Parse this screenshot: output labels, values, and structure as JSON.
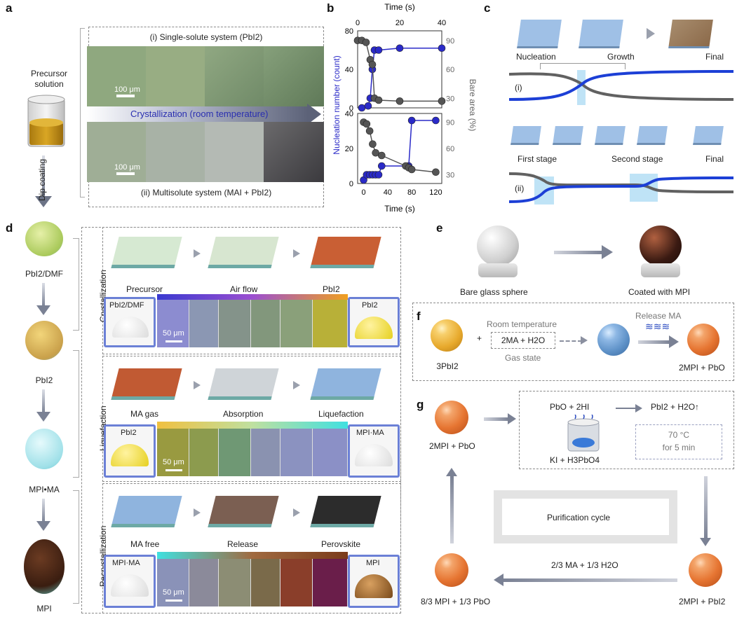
{
  "panel_labels": [
    "a",
    "b",
    "c",
    "d",
    "e",
    "f",
    "g"
  ],
  "panel_a": {
    "precursor_label": "Precursor solution",
    "dip_label": "Dip coating",
    "single_label": "(i) Single-solute system (PbI2)",
    "multi_label": "(ii) Multisolute system (MAI + PbI2)",
    "cryst_label": "Crystallization (room temperature)",
    "scale1": "100 μm",
    "scale2": "100 μm"
  },
  "panel_b": {
    "top_xlabel": "Time (s)",
    "bottom_xlabel": "Time (s)",
    "left_ylabel": "Nucleation number (count)",
    "right_ylabel": "Bare area (%)",
    "top_xticks": [
      "0",
      "20",
      "40"
    ],
    "bottom_xticks": [
      "0",
      "40",
      "80",
      "120"
    ],
    "left_yticks": [
      "0",
      "20",
      "40"
    ],
    "right_yticks": [
      "30",
      "60",
      "90"
    ]
  },
  "chart_data": [
    {
      "type": "line",
      "title": "",
      "xlabel": "Time (s)",
      "ylabel": "Nucleation number (count)",
      "y2label": "Bare area (%)",
      "xlim": [
        0,
        40
      ],
      "ylim": [
        0,
        80
      ],
      "y2lim": [
        20,
        100
      ],
      "series": [
        {
          "color": "#2a2ac8",
          "axis": "left",
          "x": [
            2,
            5,
            6,
            7,
            8,
            10,
            20,
            40
          ],
          "y": [
            0,
            2,
            10,
            40,
            60,
            60,
            62,
            62
          ]
        },
        {
          "color": "#555555",
          "axis": "right",
          "x": [
            0,
            2,
            4,
            6,
            7,
            8,
            10,
            20,
            40
          ],
          "y": [
            90,
            90,
            88,
            70,
            65,
            30,
            28,
            27,
            27
          ]
        }
      ]
    },
    {
      "type": "line",
      "title": "",
      "xlabel": "Time (s)",
      "ylabel": "Nucleation number (count)",
      "y2label": "Bare area (%)",
      "xlim": [
        -10,
        130
      ],
      "ylim": [
        0,
        40
      ],
      "y2lim": [
        20,
        100
      ],
      "series": [
        {
          "color": "#2a2ac8",
          "axis": "left",
          "x": [
            0,
            5,
            10,
            15,
            20,
            25,
            30,
            75,
            80,
            120
          ],
          "y": [
            2,
            5,
            5,
            5,
            5,
            5,
            10,
            10,
            36,
            36
          ]
        },
        {
          "color": "#555555",
          "axis": "right",
          "x": [
            0,
            5,
            10,
            15,
            20,
            30,
            70,
            75,
            80,
            120
          ],
          "y": [
            90,
            88,
            80,
            65,
            55,
            52,
            40,
            38,
            36,
            33
          ]
        }
      ]
    }
  ],
  "panel_c": {
    "nucleation": "Nucleation",
    "growth": "Growth",
    "final1": "Final",
    "i_label": "(i)",
    "first_stage": "First stage",
    "second_stage": "Second stage",
    "final2": "Final",
    "ii_label": "(ii)"
  },
  "panel_d": {
    "stack": [
      "PbI2/DMF",
      "PbI2",
      "MPI•MA",
      "MPI"
    ],
    "rows": [
      {
        "name": "Crystallization",
        "captions": [
          "Precursor",
          "Air flow",
          "PbI2"
        ],
        "left_inset": "PbI2/DMF",
        "right_inset": "PbI2",
        "scale": "50 μm"
      },
      {
        "name": "Liquefaction",
        "captions": [
          "MA gas",
          "Absorption",
          "Liquefaction"
        ],
        "left_inset": "PbI2",
        "right_inset": "MPI·MA",
        "scale": "50 μm"
      },
      {
        "name": "Recrystallization",
        "captions": [
          "MA free",
          "Release",
          "Perovskite"
        ],
        "left_inset": "MPI·MA",
        "right_inset": "MPI",
        "scale": "50 μm"
      }
    ]
  },
  "panel_e": {
    "left": "Bare glass sphere",
    "right": "Coated with MPI"
  },
  "panel_f": {
    "reactant": "3PbI2",
    "plus": "+",
    "room_temp": "Room temperature",
    "gas_formula": "2MA + H2O",
    "gas_state": "Gas state",
    "release": "Release MA",
    "product": "2MPI + PbO"
  },
  "panel_g": {
    "top_left": "2MPI + PbO",
    "reaction": "PbO + 2HI",
    "product": "PbI2 + H2O↑",
    "reagent": "KI + H3PbO4",
    "condition1": "70 °C",
    "condition2": "for 5 min",
    "cycle": "Purification cycle",
    "bottom_right": "2MPI + PbI2",
    "arrow_label": "2/3 MA + 1/3 H2O",
    "bottom_left": "8/3 MPI + 1/3 PbO"
  }
}
